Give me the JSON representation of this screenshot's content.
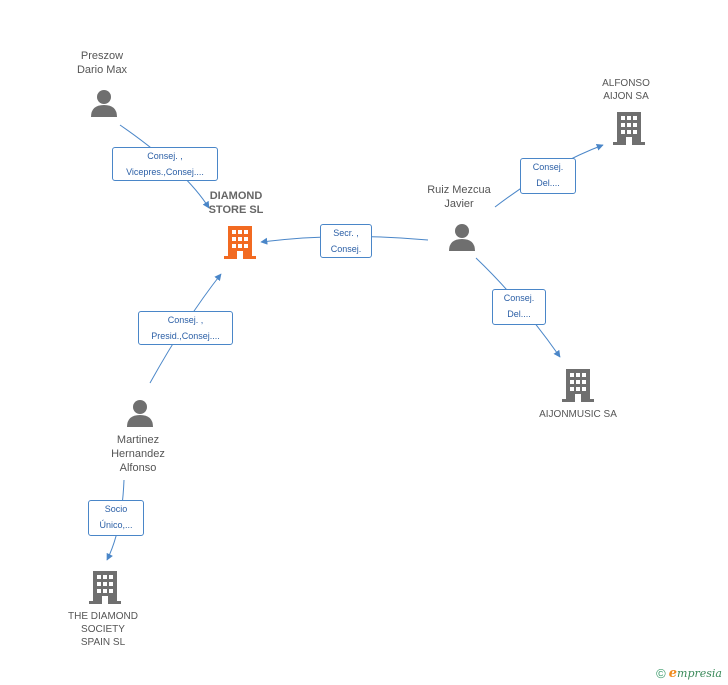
{
  "nodes": {
    "diamond_store": {
      "label": "DIAMOND\nSTORE SL",
      "type": "company",
      "highlight": true
    },
    "preszow": {
      "label": "Preszow\nDario Max",
      "type": "person"
    },
    "ruiz": {
      "label": "Ruiz Mezcua\nJavier",
      "type": "person"
    },
    "alfonso_aijon": {
      "label": "ALFONSO\nAIJON SA",
      "type": "company"
    },
    "aijonmusic": {
      "label": "AIJONMUSIC SA",
      "type": "company"
    },
    "martinez": {
      "label": "Martinez\nHernandez\nAlfonso",
      "type": "person"
    },
    "diamond_society": {
      "label": "THE DIAMOND\nSOCIETY\nSPAIN SL",
      "type": "company"
    }
  },
  "edges": {
    "preszow_diamond": "Consej. ,\nVicepres.,Consej....",
    "ruiz_diamond": "Secr. ,\nConsej.",
    "ruiz_alfonso": "Consej.\nDel....",
    "ruiz_aijonmusic": "Consej.\nDel....",
    "martinez_diamond": "Consej. ,\nPresid.,Consej....",
    "martinez_society": "Socio\nÚnico,..."
  },
  "footer": {
    "copyright": "©",
    "brand_initial": "e",
    "brand_rest": "mpresia"
  },
  "colors": {
    "accent": "#f26a21",
    "icon": "#6f6f6f",
    "edge": "#4a86c8"
  }
}
